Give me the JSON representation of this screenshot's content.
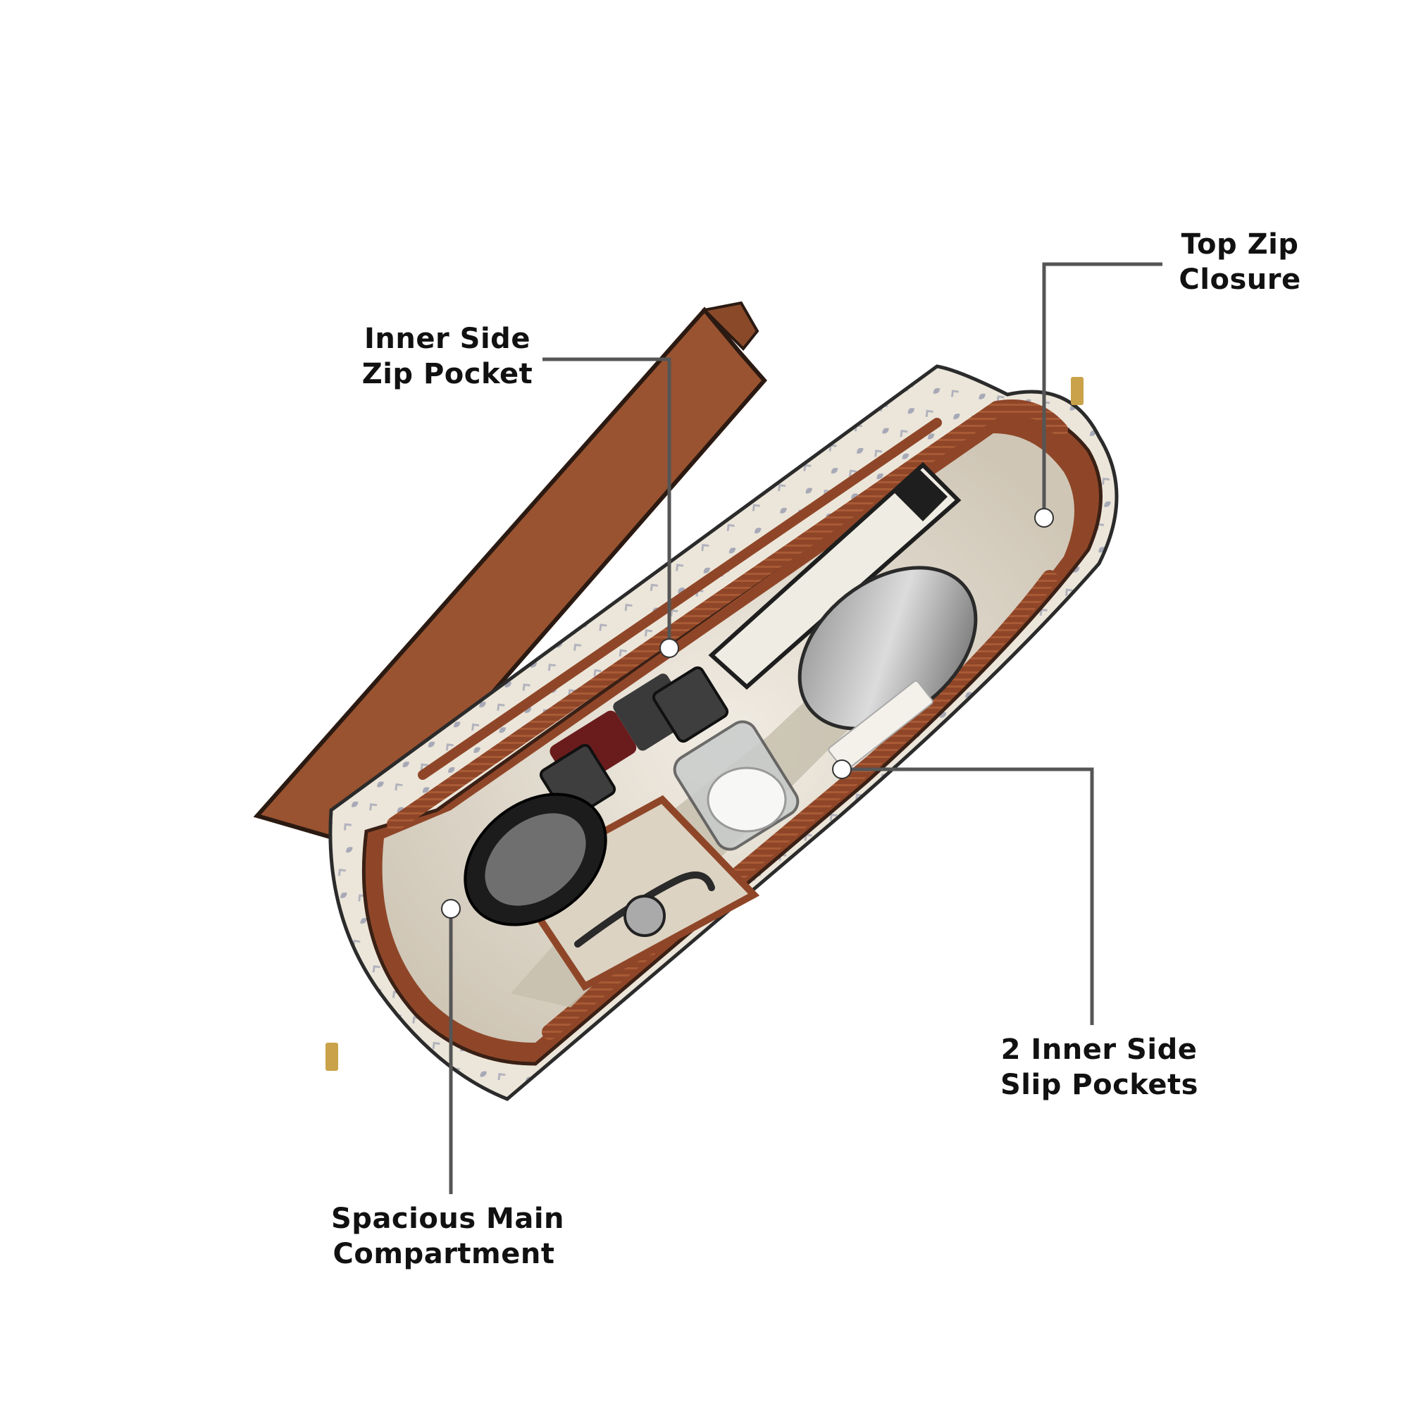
{
  "image": {
    "subject": "product-photo",
    "background_color": "#ffffff",
    "colors": {
      "leather_brown": "#9a5330",
      "leather_brown_dark": "#6e3a22",
      "zip_tape": "#8f4628",
      "lining_beige": "#e4ddd0",
      "canvas_cream": "#ece6da",
      "canvas_print": "#8a8fa8",
      "gold_hardware": "#c9a24a",
      "callout_line": "#555555",
      "callout_dot": "#ffffff",
      "label_text": "#111111"
    }
  },
  "callouts": {
    "inner_side_zip_pocket": {
      "line1": "Inner Side",
      "line2": "Zip Pocket"
    },
    "top_zip_closure": {
      "line1": "Top Zip",
      "line2": "Closure"
    },
    "inner_side_slip_pockets": {
      "line1": "2 Inner Side",
      "line2": "Slip Pockets"
    },
    "spacious_main_compartment": {
      "line1": "Spacious Main",
      "line2": "Compartment"
    }
  }
}
